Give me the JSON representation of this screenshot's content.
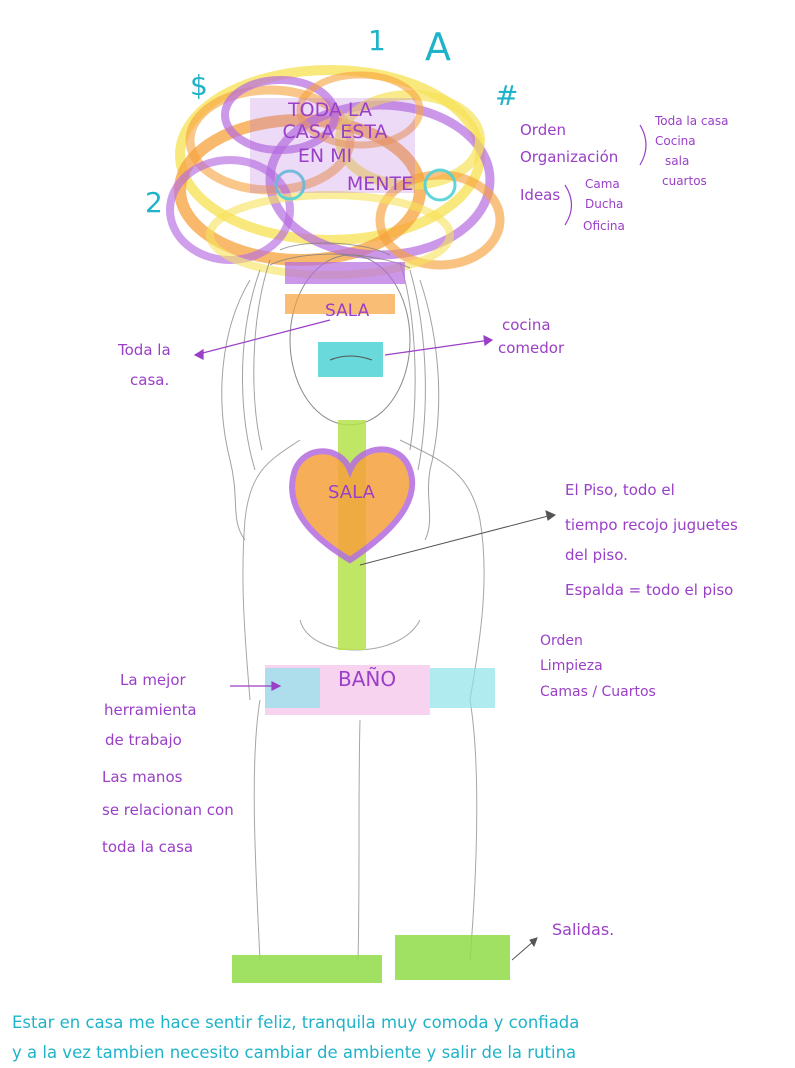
{
  "head": {
    "scribble_text": [
      "TODA LA",
      "CASA ESTA",
      "EN MI",
      "MENTE"
    ],
    "marks": [
      "$",
      "1",
      "A",
      "#",
      "2"
    ]
  },
  "face_labels": {
    "forehead": "SALA",
    "left_note": [
      "Toda la",
      "casa."
    ],
    "right_note": [
      "cocina",
      "comedor"
    ]
  },
  "right_top_notes": {
    "orden": "Orden",
    "organizacion": "Organización",
    "ideas": "Ideas",
    "bracket1": [
      "Toda la casa",
      "Cocina",
      "sala",
      "cuartos"
    ],
    "bracket2": [
      "Cama",
      "Ducha",
      "Oficina"
    ]
  },
  "heart": {
    "label": "SALA"
  },
  "right_mid_notes": [
    "El Piso, todo el",
    "tiempo recojo juguetes",
    "del piso.",
    "Espalda = todo el piso"
  ],
  "waist": {
    "label": "BAÑO",
    "right_note": [
      "Orden",
      "Limpieza",
      "Camas / Cuartos"
    ]
  },
  "left_bottom_notes": [
    "La mejor",
    "herramienta",
    "de trabajo",
    "Las manos",
    "se relacionan con",
    "toda la casa"
  ],
  "feet": {
    "label": "Salidas."
  },
  "footer": [
    "Estar en casa me hace sentir feliz, tranquila muy comoda y confiada",
    "y a la vez tambien necesito cambiar de ambiente y salir de la rutina"
  ],
  "colors": {
    "purple_ink": "#9a3fc7",
    "cyan_ink": "#1fb3c9",
    "orange": "#f6a13c",
    "yellow": "#f7e25a",
    "violet": "#b56be0",
    "green": "#8fdc48",
    "teal": "#4fd2d6"
  }
}
